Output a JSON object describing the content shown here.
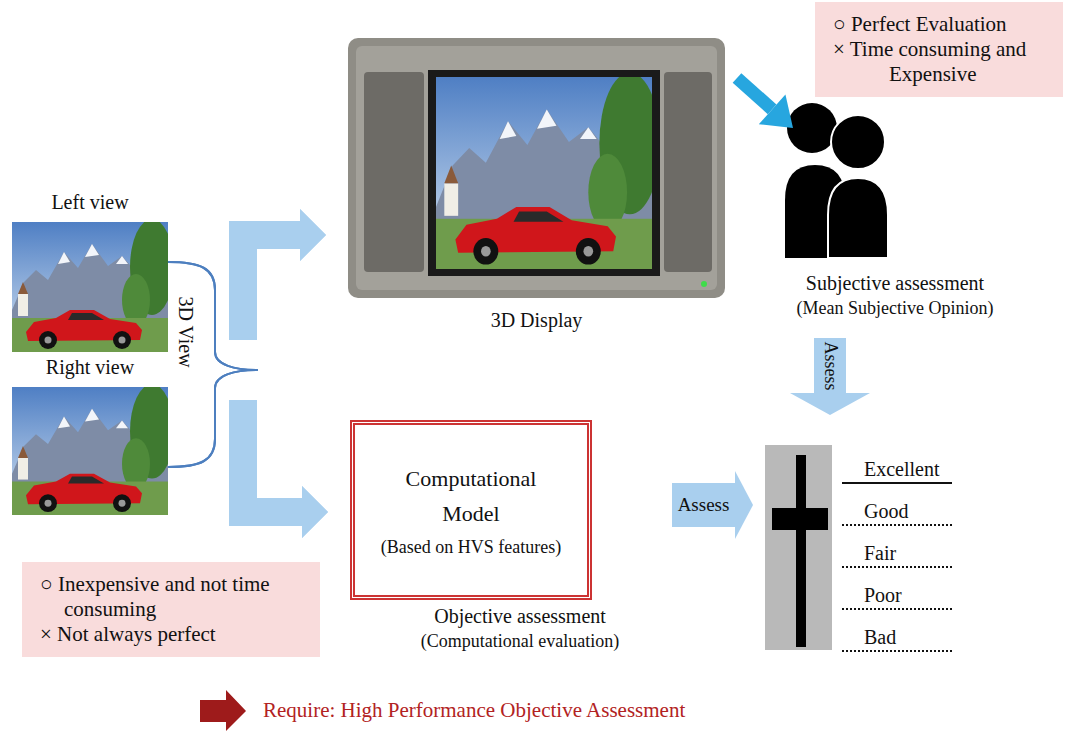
{
  "diagram": {
    "nodes": [
      {
        "text": [
          "Left view"
        ]
      },
      {
        "text": [
          "Right view"
        ]
      },
      {
        "text": [
          "3D Display"
        ]
      },
      {
        "text": [
          "○ Perfect Evaluation",
          "× Time consuming and Expensive"
        ]
      },
      {
        "text": [
          "Subjective assessment",
          "(Mean Subjective Opinion)"
        ]
      },
      {
        "text": [
          "Computational Model",
          "(Based on HVS features)",
          "Objective assessment",
          "(Computational evaluation)"
        ]
      },
      {
        "text": [
          "Excellent",
          "Good",
          "Fair",
          "Poor",
          "Bad"
        ]
      },
      {
        "text": [
          "○ Inexpensive and not time consuming",
          "× Not always perfect"
        ]
      }
    ],
    "edges": [
      {
        "from": 0,
        "to": 2,
        "arrow": "to"
      },
      {
        "from": 1,
        "to": 2,
        "arrow": "to"
      },
      {
        "from": 0,
        "to": 5,
        "arrow": "to"
      },
      {
        "from": 1,
        "to": 5,
        "arrow": "to"
      },
      {
        "from": 2,
        "to": 4,
        "arrow": "to"
      },
      {
        "from": 4,
        "to": 6,
        "label": "Assess",
        "arrow": "to"
      },
      {
        "from": 5,
        "to": 6,
        "label": "Assess",
        "arrow": "to"
      }
    ],
    "labels": [
      "3D View",
      "Require: High Performance Objective Assessment"
    ]
  }
}
